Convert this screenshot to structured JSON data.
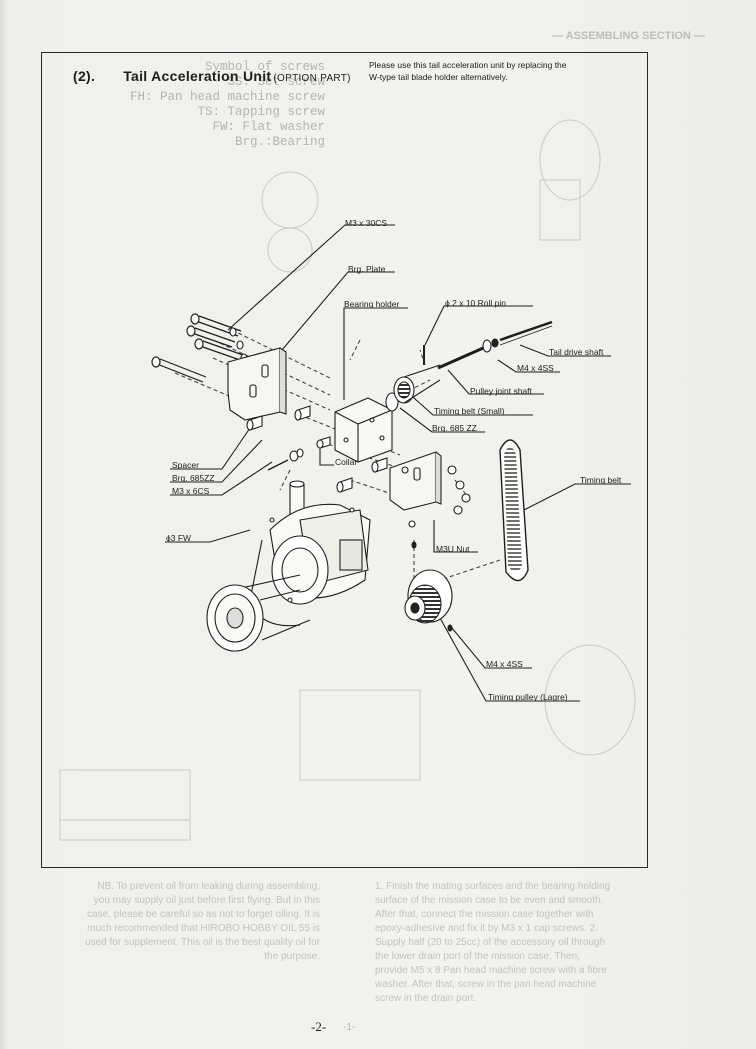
{
  "header": {
    "number": "(2).",
    "title": "Tail Acceleration Unit",
    "option": "(OPTION PART)"
  },
  "note": "Please use this tail acceleration unit by replacing the W-type tail blade holder alternatively.",
  "labels": {
    "m3x30cs": "M3 x 30CS",
    "brg_plate": "Brg. Plate",
    "bearing_holder": "Bearing holder",
    "roll_pin": "ϕ 2 x 10 Roll pin",
    "tail_drive_shaft": "Tail drive shaft",
    "m4x4ss_top": "M4 x 4SS",
    "pulley_joint_shaft": "Pulley joint shaft",
    "timing_belt_small": "Timing belt (Small)",
    "brg_685zz_right": "Brg. 685 ZZ",
    "spacer": "Spacer",
    "brg_685zz_left": "Brg. 685ZZ",
    "m3x6cs": "M3 x 6CS",
    "collar": "Collar",
    "timing_belt": "Timing belt",
    "phi3fw": "ϕ3 FW",
    "m3u_nut": "M3U Nut",
    "m4x4ss_bottom": "M4 x 4SS",
    "timing_pulley_large": "Timing pulley (Lagre)"
  },
  "background_ghost": {
    "section_header": "— ASSEMBLING SECTION —",
    "legend_lines": [
      "Symbol of screws",
      "SS: Set screw",
      "FH: Pan head machine screw",
      "TS: Tapping screw",
      "FW: Flat washer",
      "Brg.:Bearing"
    ],
    "lower_left": "NB. To prevent oil from leaking during assembling, you may supply oil just before first flying. But in this case, please be careful so as not to forget oiling. It is much recommended that HIROBO HOBBY OIL 55 is used for supplement. This oil is the best quality oil for the purpose.",
    "lower_right": "1. Finish the mating surfaces and the bearing holding surface of the mission case to be even and smooth. After that, connect the mission case together with epoxy-adhesive and fix it by M3 x 1 cap screws. 2. Supply half (20 to 25cc) of the accessory oil through the lower drain port of the mission case. Then, provide M5 x 8 Pan head machine screw with a fibre washer. After that, screw in the pan head machine screw in the drain port."
  },
  "page_number": "-2-",
  "page_number_ghost": "-1-"
}
